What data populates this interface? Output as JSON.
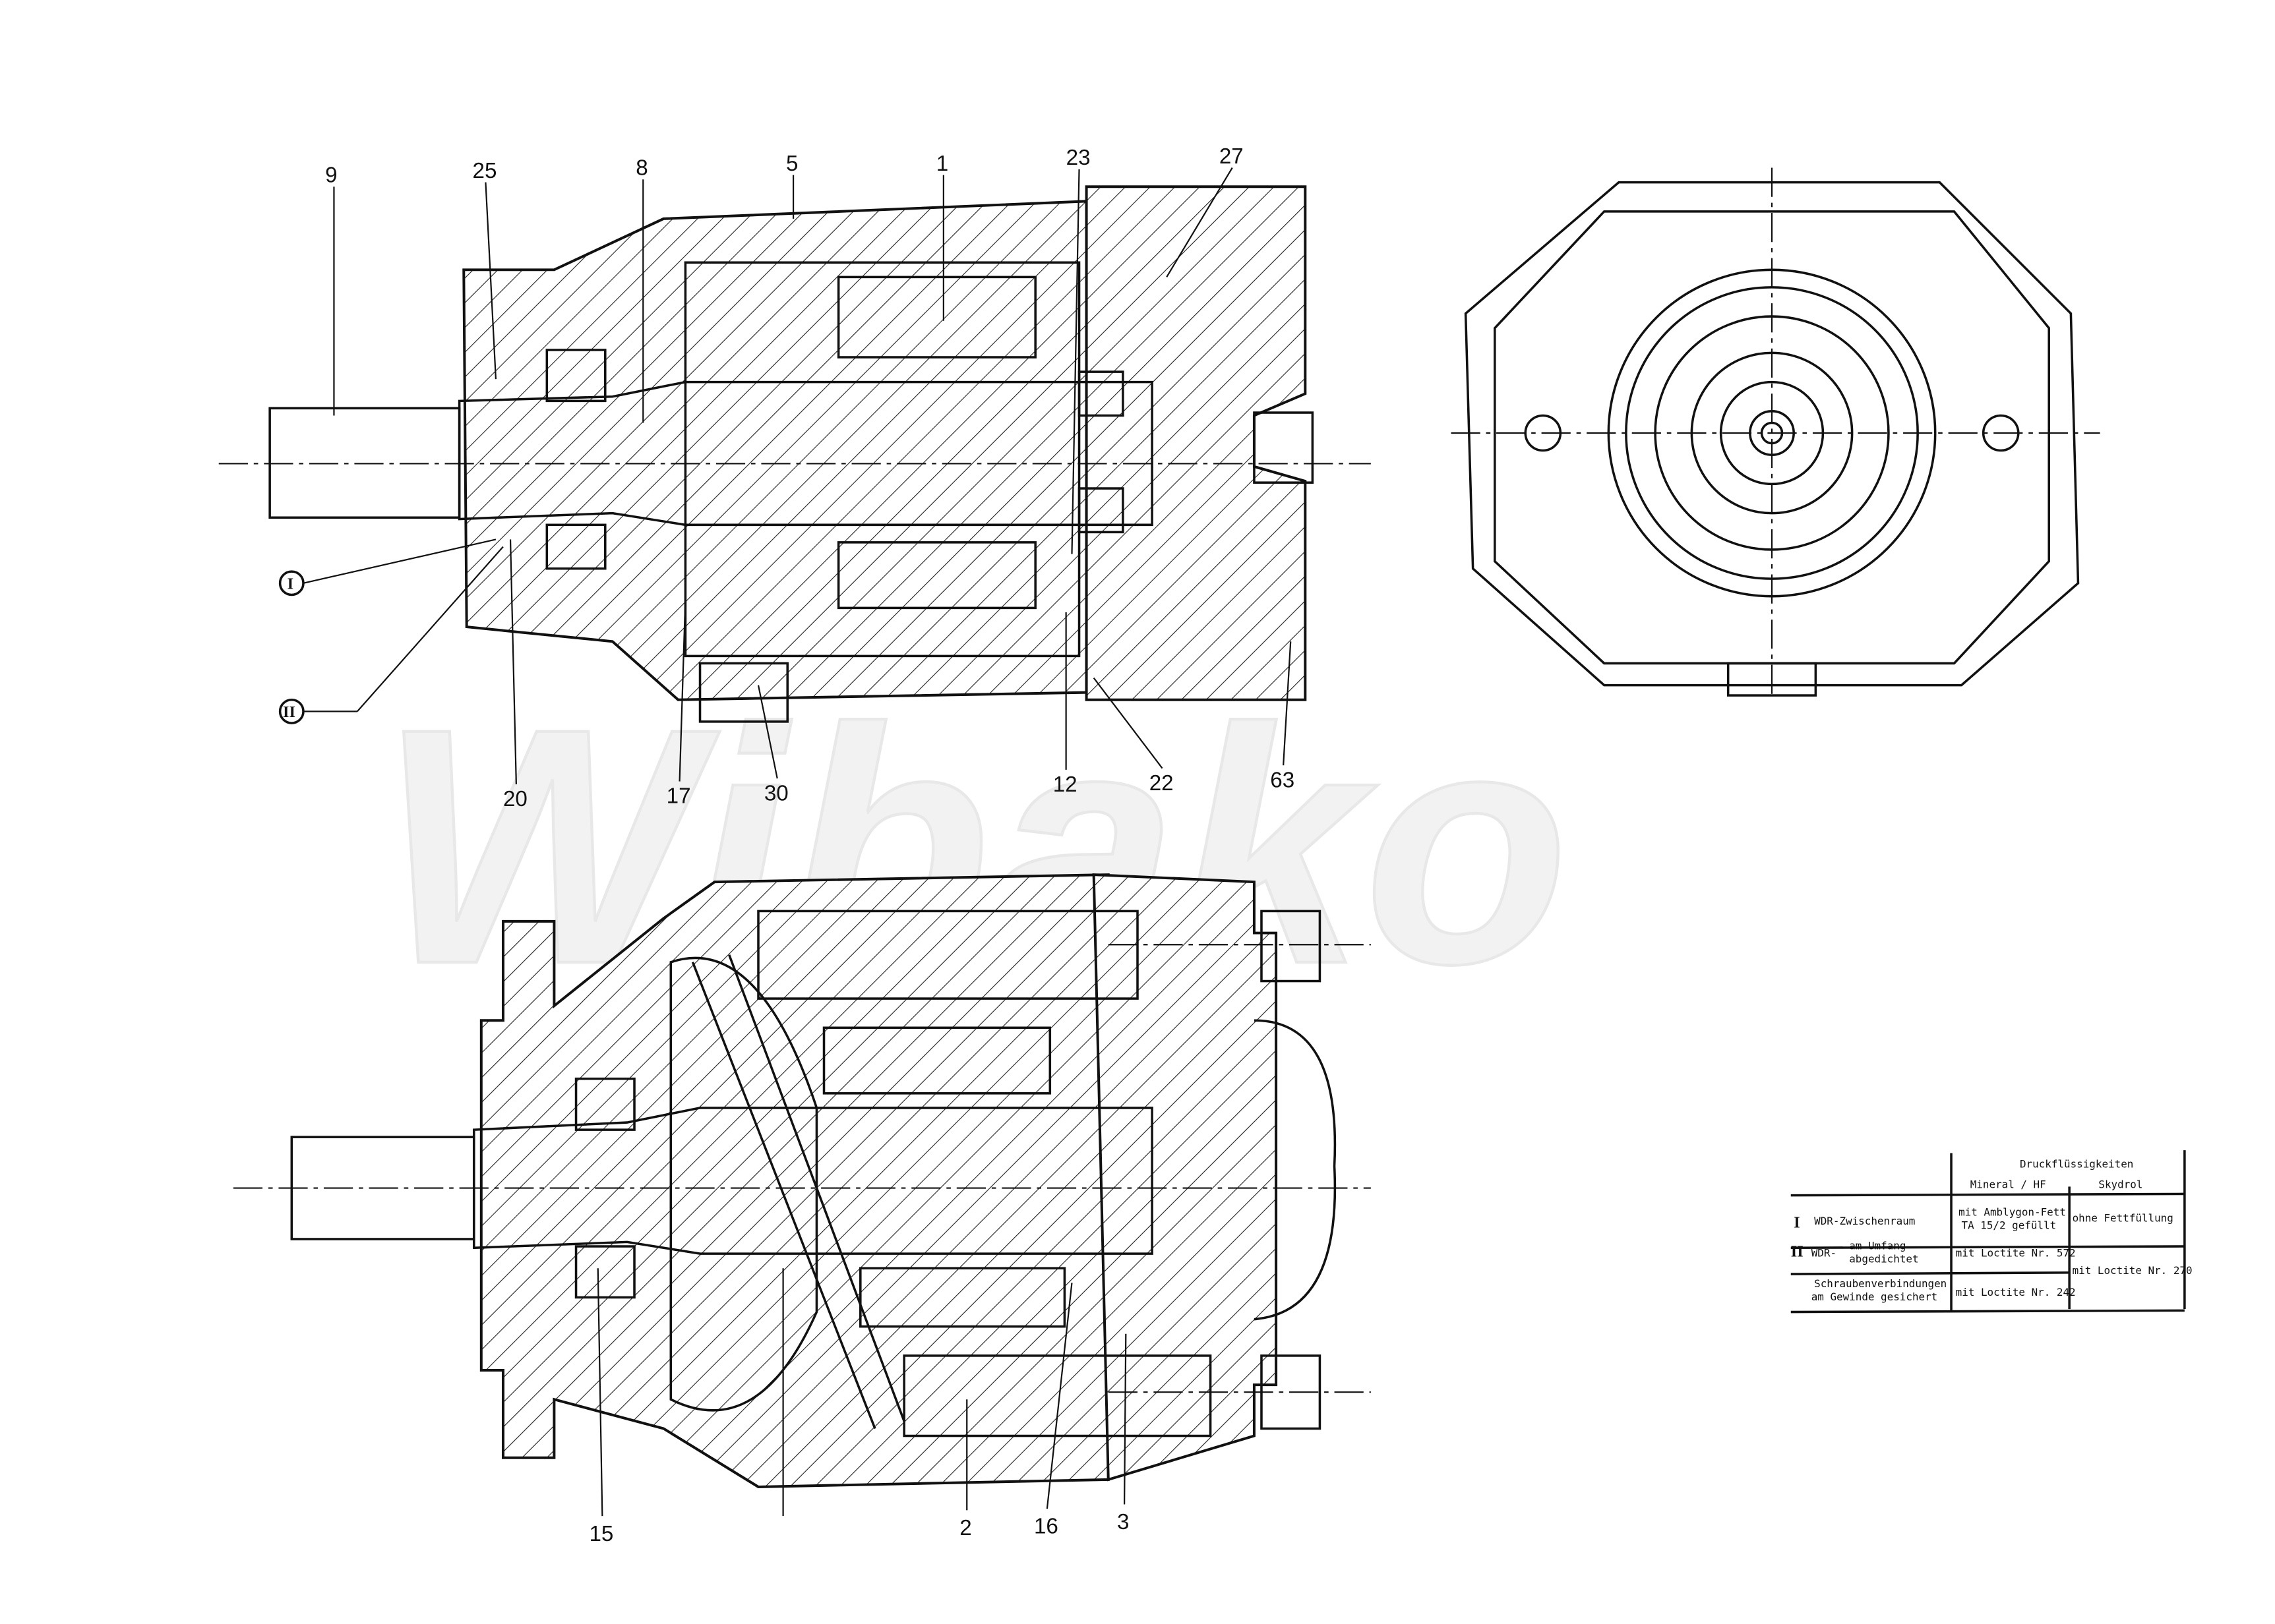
{
  "watermark": "Wibako",
  "top_view": {
    "labels": [
      "9",
      "25",
      "8",
      "5",
      "1",
      "23",
      "27",
      "20",
      "17",
      "30",
      "12",
      "22",
      "63"
    ],
    "markers": [
      "I",
      "II"
    ]
  },
  "bottom_view": {
    "labels": [
      "15",
      "2",
      "16",
      "3"
    ]
  },
  "table": {
    "header": "Druckflüssigkeiten",
    "col1": "Mineral / HF",
    "col2": "Skydrol",
    "rows": [
      {
        "mark": "I",
        "label": "WDR-Zwischenraum",
        "mineral": [
          "mit Amblygon-Fett",
          "TA 15/2 gefüllt"
        ],
        "skydrol": "ohne Fettfüllung"
      },
      {
        "mark": "II",
        "label": "WDR-",
        "label_sub": [
          "am Umfang",
          "abgedichtet"
        ],
        "mineral": "mit Loctite Nr. 572"
      },
      {
        "mark": "",
        "label": [
          "Schraubenverbindungen",
          "am Gewinde gesichert"
        ],
        "mineral": "mit Loctite Nr. 242"
      }
    ],
    "skydrol_shared": "mit Loctite Nr. 270"
  }
}
